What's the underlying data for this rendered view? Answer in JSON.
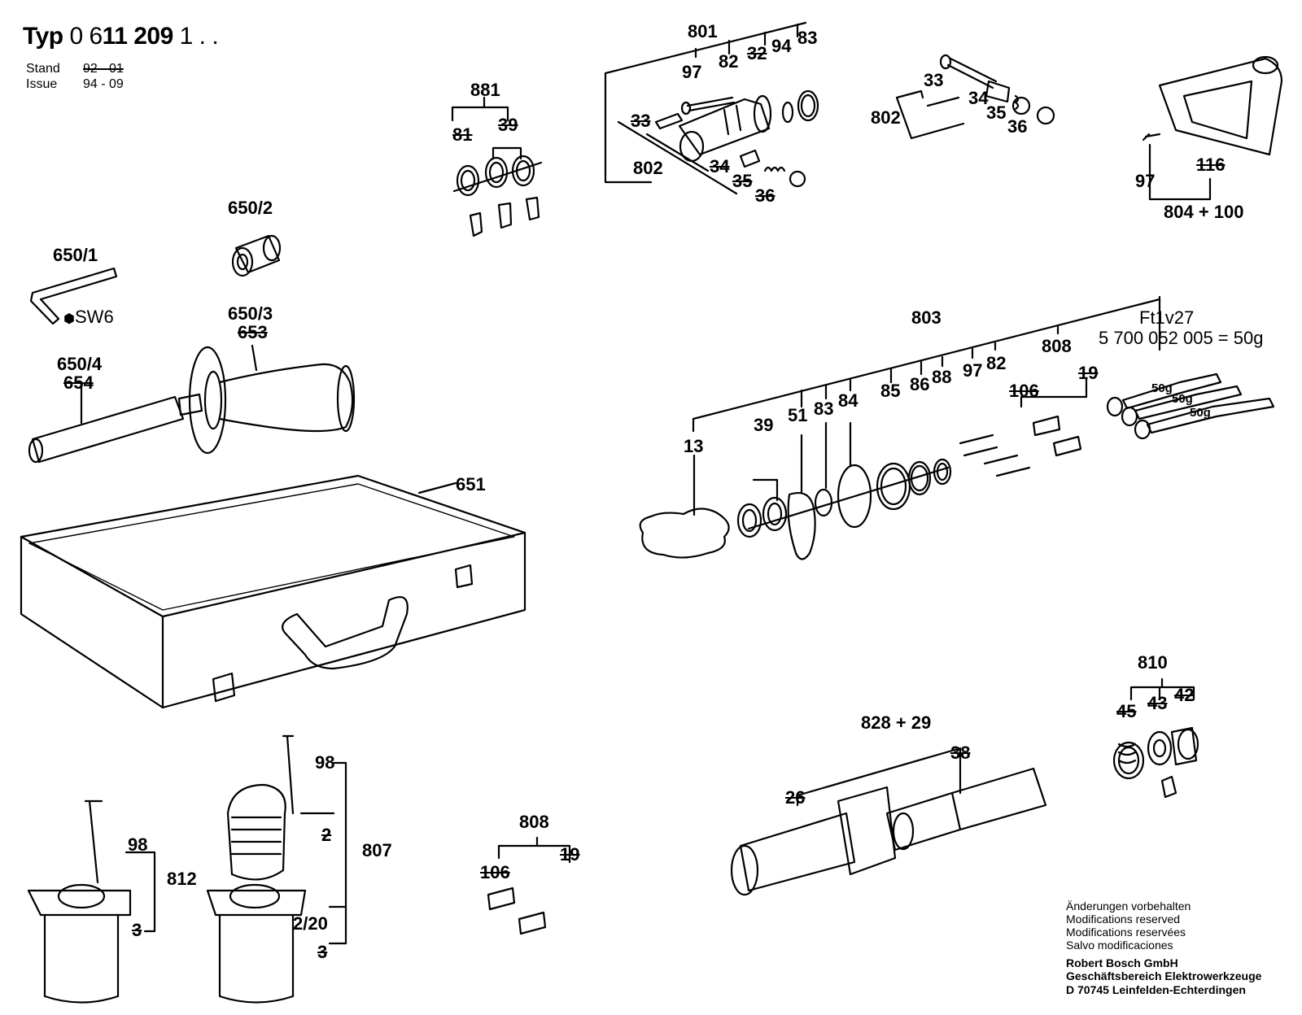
{
  "header": {
    "typ_label": "Typ",
    "type_number_prefix": "0 6",
    "type_number_bold": "11 209",
    "type_number_suffix": "1 . .",
    "stand_label": "Stand",
    "stand_value": "92 - 01",
    "issue_label": "Issue",
    "issue_value": "94 - 09"
  },
  "callouts": {
    "c881": "881",
    "c81": "81",
    "c39a": "39",
    "c801": "801",
    "c97a": "97",
    "c82a": "82",
    "c32": "32",
    "c94": "94",
    "c83a": "83",
    "c33a": "33",
    "c802a": "802",
    "c34a": "34",
    "c35a": "35",
    "c36a": "36",
    "c33b": "33",
    "c34b": "34",
    "c802b": "802",
    "c35b": "35",
    "c36b": "36",
    "c97b": "97",
    "c116": "116",
    "c804": "804 + 100",
    "c650_2": "650/2",
    "c650_1": "650/1",
    "sw6": "SW6",
    "c650_3": "650/3",
    "c653": "653",
    "c650_4": "650/4",
    "c654": "654",
    "c651": "651",
    "c803": "803",
    "ft1v27": "Ft1v27",
    "grease": "5 700 052 005 = 50g",
    "c808a": "808",
    "c97c": "97",
    "c82c": "82",
    "c106a": "106",
    "c19a": "19",
    "c39b": "39",
    "c51": "51",
    "c83b": "83",
    "c84": "84",
    "c85": "85",
    "c86": "86",
    "c88": "88",
    "c13": "13",
    "g1": "50g",
    "g2": "50g",
    "g3": "50g",
    "c810": "810",
    "c45": "45",
    "c43": "43",
    "c42": "42",
    "c828": "828 + 29",
    "c38": "38",
    "c26": "26",
    "c98a": "98",
    "c812": "812",
    "c3a": "3",
    "c98b": "98",
    "c2": "2",
    "c807": "807",
    "c2_20": "2/20",
    "c3b": "3",
    "c808b": "808",
    "c106b": "106",
    "c19b": "19"
  },
  "footer": {
    "line1": "Änderungen vorbehalten",
    "line2": "Modifications reserved",
    "line3": "Modifications reservées",
    "line4": "Salvo modificaciones",
    "company1": "Robert Bosch GmbH",
    "company2": "Geschäftsbereich Elektrowerkzeuge",
    "company3": "D 70745 Leinfelden-Echterdingen"
  }
}
